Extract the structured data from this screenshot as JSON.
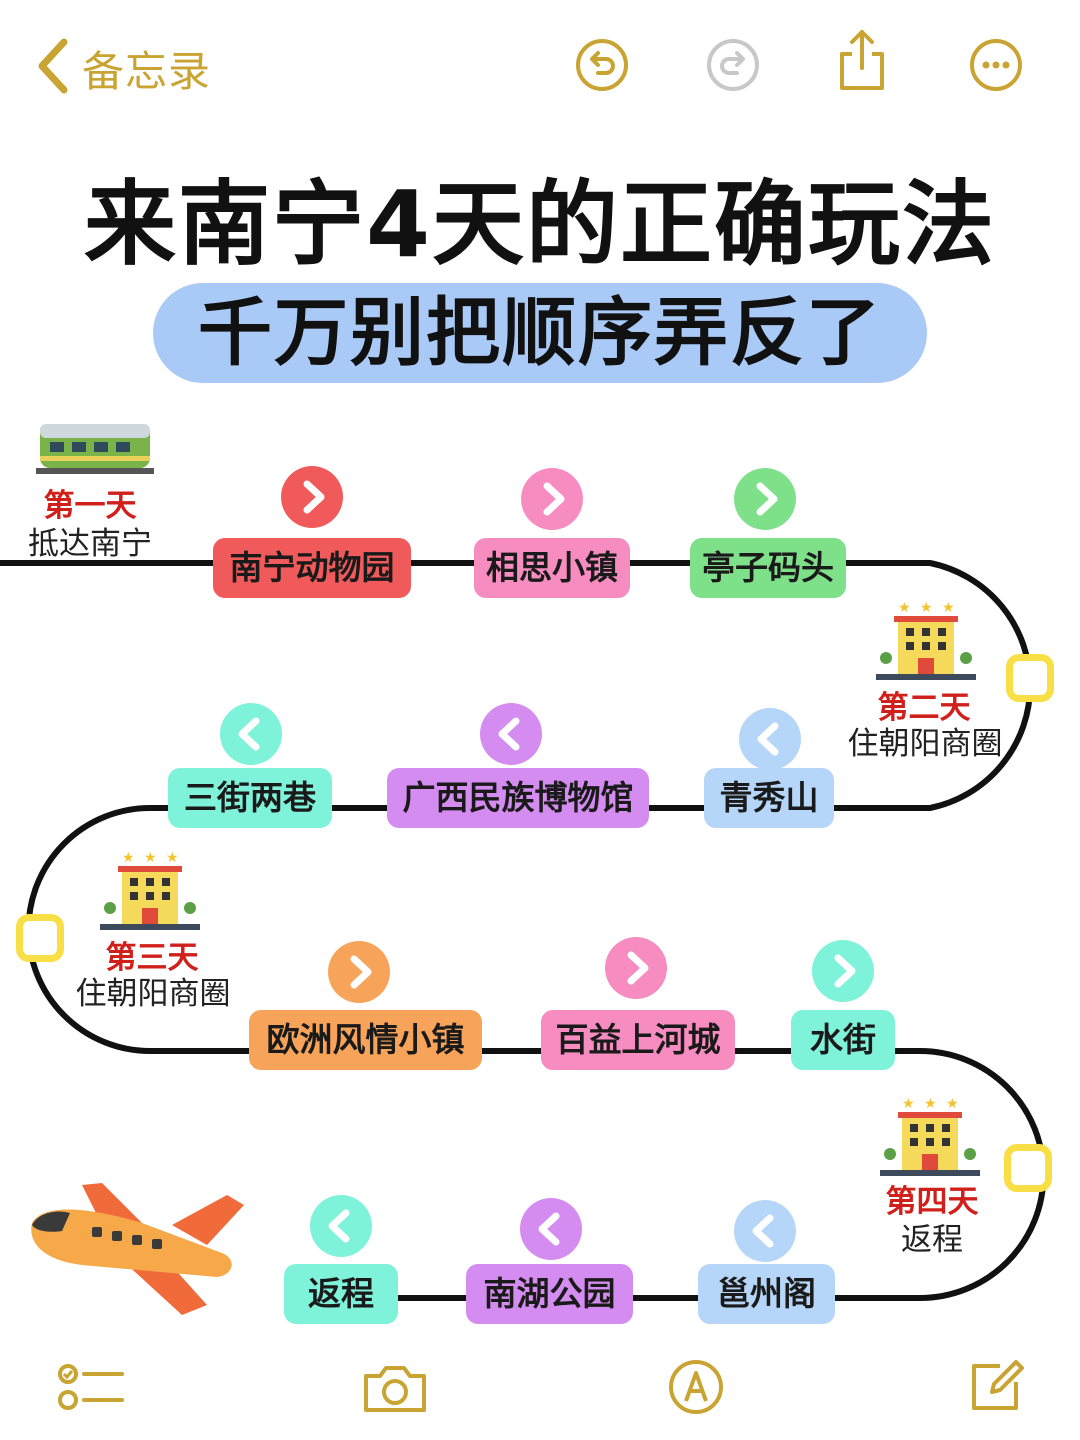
{
  "header": {
    "back_label": "备忘录",
    "accent_color": "#c9a432",
    "icons": [
      "chevron-left-icon",
      "undo-icon",
      "redo-icon",
      "share-icon",
      "more-icon"
    ]
  },
  "title": "来南宁4天的正确玩法",
  "subtitle": "千万别把顺序弄反了",
  "days": [
    {
      "title": "第一天",
      "sub": "抵达南宁"
    },
    {
      "title": "第二天",
      "sub": "住朝阳商圈"
    },
    {
      "title": "第三天",
      "sub": "住朝阳商圈"
    },
    {
      "title": "第四天",
      "sub": "返程"
    }
  ],
  "stops": {
    "row1": [
      {
        "label": "南宁动物园",
        "color": "#f05a5a",
        "arrow": "#f05a5a"
      },
      {
        "label": "相思小镇",
        "color": "#f78cc0",
        "arrow": "#f78cc0"
      },
      {
        "label": "亭子码头",
        "color": "#7fe08a",
        "arrow": "#7fe08a"
      }
    ],
    "row2": [
      {
        "label": "三街两巷",
        "color": "#7ff2da",
        "arrow": "#7ff2da"
      },
      {
        "label": "广西民族博物馆",
        "color": "#d48cf0",
        "arrow": "#d48cf0"
      },
      {
        "label": "青秀山",
        "color": "#b5d6f8",
        "arrow": "#b5d6f8"
      }
    ],
    "row3": [
      {
        "label": "欧洲风情小镇",
        "color": "#f7a45a",
        "arrow": "#f7a45a"
      },
      {
        "label": "百益上河城",
        "color": "#f78cc0",
        "arrow": "#f78cc0"
      },
      {
        "label": "水街",
        "color": "#7ff2da",
        "arrow": "#7ff2da"
      }
    ],
    "row4": [
      {
        "label": "返程",
        "color": "#7ff2da",
        "arrow": "#7ff2da"
      },
      {
        "label": "南湖公园",
        "color": "#d48cf0",
        "arrow": "#d48cf0"
      },
      {
        "label": "邕州阁",
        "color": "#b5d6f8",
        "arrow": "#b5d6f8"
      }
    ]
  },
  "footer": {
    "icons": [
      "checklist-icon",
      "camera-icon",
      "markup-icon",
      "compose-icon"
    ]
  }
}
